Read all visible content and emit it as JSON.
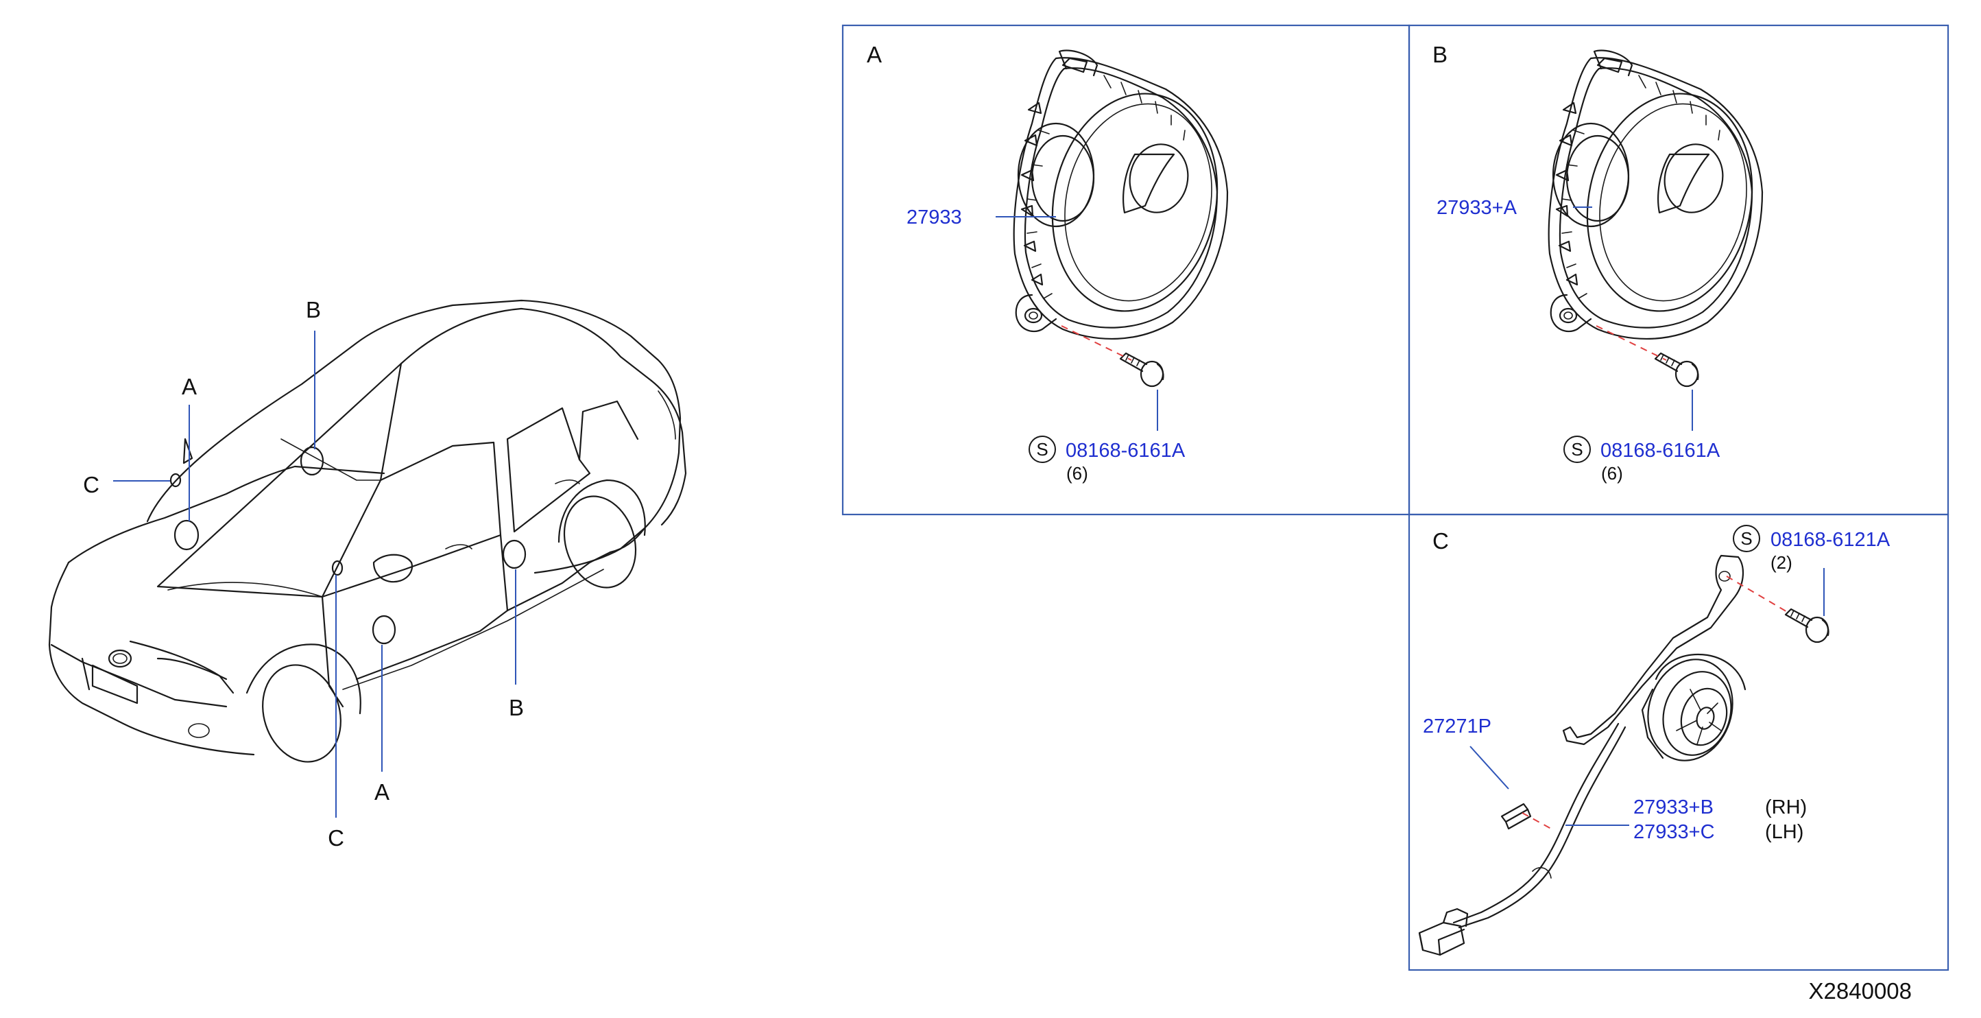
{
  "car": {
    "label_a_top": "A",
    "label_b_top": "B",
    "label_c_left": "C",
    "label_b_bottom": "B",
    "label_a_bottom": "A",
    "label_c_bottom": "C"
  },
  "panel_a": {
    "letter": "A",
    "speaker_part": "27933",
    "screw_symbol": "S",
    "screw_part": "08168-6161A",
    "screw_qty": "(6)"
  },
  "panel_b": {
    "letter": "B",
    "speaker_part": "27933+A",
    "screw_symbol": "S",
    "screw_part": "08168-6161A",
    "screw_qty": "(6)"
  },
  "panel_c": {
    "letter": "C",
    "screw_symbol": "S",
    "screw_part": "08168-6121A",
    "screw_qty": "(2)",
    "clip_part": "27271P",
    "tweeter_part_rh": "27933+B",
    "tweeter_side_rh": "(RH)",
    "tweeter_part_lh": "27933+C",
    "tweeter_side_lh": "(LH)"
  },
  "drawing_code": "X2840008"
}
